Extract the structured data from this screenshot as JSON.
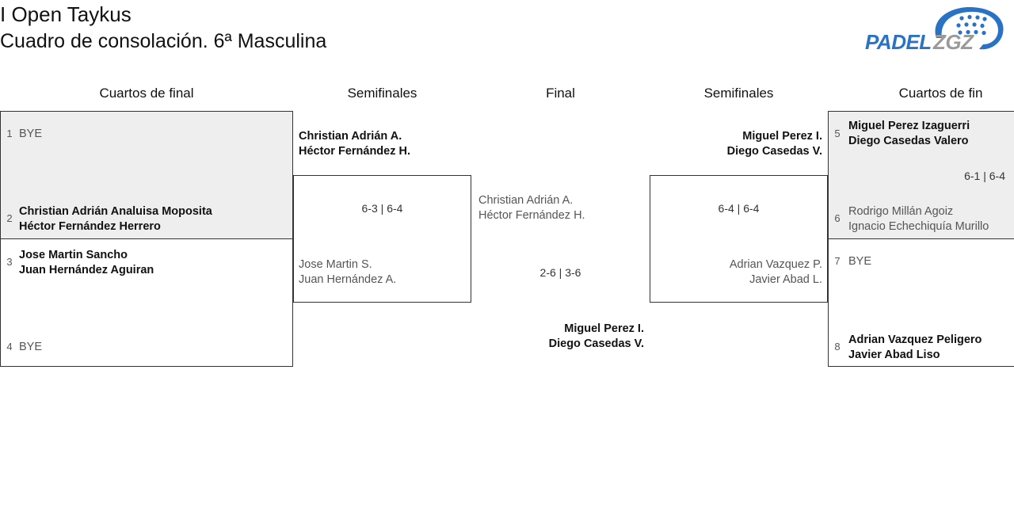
{
  "header": {
    "tournament": "I Open Taykus",
    "draw": "Cuadro de consolación. 6ª Masculina",
    "logo": {
      "brand_primary": "PADEL",
      "brand_secondary": "ZGZ",
      "color_primary": "#2a72c4",
      "color_secondary": "#9a9a9a"
    }
  },
  "columns": [
    {
      "label": "Cuartos de final"
    },
    {
      "label": "Semifinales"
    },
    {
      "label": "Final"
    },
    {
      "label": "Semifinales"
    },
    {
      "label": "Cuartos de fin"
    }
  ],
  "bracket": {
    "left_quarterfinals": [
      {
        "shaded": true,
        "top": {
          "seed": "1",
          "line1": "BYE",
          "line2": "",
          "state": "bye"
        },
        "bottom": {
          "seed": "2",
          "line1": "Christian Adrián Analuisa Moposita",
          "line2": "Héctor Fernández Herrero",
          "state": "win"
        },
        "score": ""
      },
      {
        "shaded": false,
        "top": {
          "seed": "3",
          "line1": "Jose Martin Sancho",
          "line2": "Juan Hernández Aguiran",
          "state": "win"
        },
        "bottom": {
          "seed": "4",
          "line1": "BYE",
          "line2": "",
          "state": "bye"
        },
        "score": ""
      }
    ],
    "left_semifinal": {
      "top": {
        "line1": "Christian Adrián A.",
        "line2": "Héctor Fernández H.",
        "state": "win"
      },
      "bottom": {
        "line1": "Jose Martin S.",
        "line2": "Juan Hernández A.",
        "state": "lose"
      },
      "score": "6-3 | 6-4"
    },
    "final": {
      "left_side": {
        "line1": "Christian Adrián A.",
        "line2": "Héctor Fernández H.",
        "state": "lose"
      },
      "right_side": {
        "line1": "Miguel Perez I.",
        "line2": "Diego Casedas V.",
        "state": "win"
      },
      "score": "2-6 | 3-6"
    },
    "right_semifinal": {
      "top": {
        "line1": "Miguel Perez I.",
        "line2": "Diego Casedas V.",
        "state": "win"
      },
      "bottom": {
        "line1": "Adrian Vazquez P.",
        "line2": "Javier Abad L.",
        "state": "lose"
      },
      "score": "6-4 | 6-4"
    },
    "right_quarterfinals": [
      {
        "shaded": true,
        "top": {
          "seed": "5",
          "line1": "Miguel Perez Izaguerri",
          "line2": "Diego Casedas Valero",
          "state": "win"
        },
        "bottom": {
          "seed": "6",
          "line1": "Rodrigo Millán Agoiz",
          "line2": "Ignacio Echechiquía Murillo",
          "state": "lose"
        },
        "score": "6-1 | 6-4"
      },
      {
        "shaded": false,
        "top": {
          "seed": "7",
          "line1": "BYE",
          "line2": "",
          "state": "bye"
        },
        "bottom": {
          "seed": "8",
          "line1": "Adrian Vazquez Peligero",
          "line2": "Javier Abad Liso",
          "state": "win"
        },
        "score": ""
      }
    ]
  }
}
